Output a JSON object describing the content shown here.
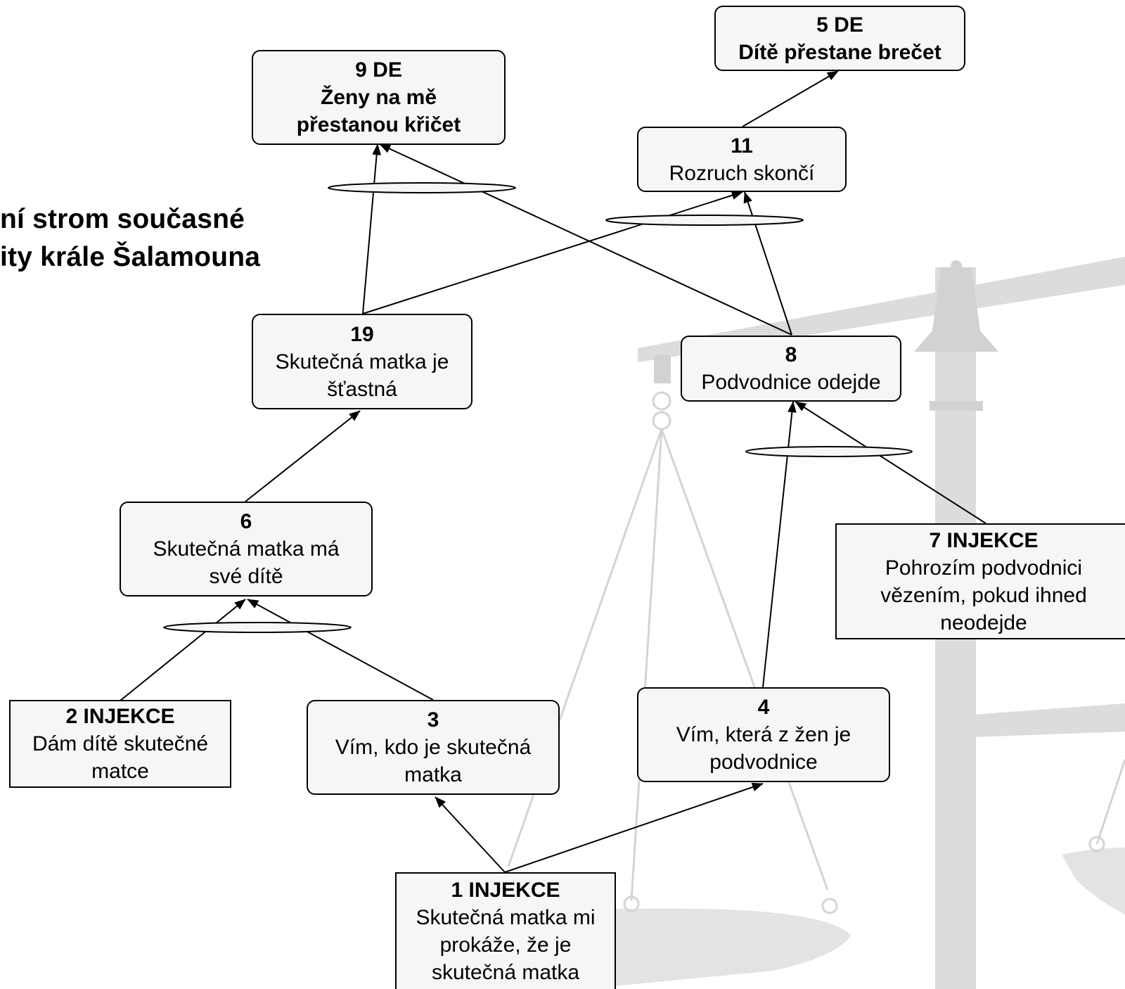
{
  "title": {
    "line1": "ní strom současné",
    "line2": "ity krále Šalamouna"
  },
  "nodes": {
    "n1": {
      "id": "1 INJEKCE",
      "text": "Skutečná matka mi prokáže, že je skutečná matka"
    },
    "n2": {
      "id": "2 INJEKCE",
      "text": "Dám dítě skutečné matce"
    },
    "n3": {
      "id": "3",
      "text": "Vím, kdo je skutečná matka"
    },
    "n4": {
      "id": "4",
      "text": "Vím, která z žen je podvodnice"
    },
    "n5": {
      "id": "5 DE",
      "text": "Dítě přestane brečet"
    },
    "n6": {
      "id": "6",
      "text": "Skutečná matka má své dítě"
    },
    "n7": {
      "id": "7 INJEKCE",
      "text": "Pohrozím podvodnici vězením, pokud ihned neodejde"
    },
    "n8": {
      "id": "8",
      "text": "Podvodnice odejde"
    },
    "n9": {
      "id": "9 DE",
      "text": "Ženy na mě přestanou křičet"
    },
    "n11": {
      "id": "11",
      "text": "Rozruch skončí"
    },
    "n19": {
      "id": "19",
      "text": "Skutečná matka je šťastná"
    }
  },
  "edges": [
    {
      "from": "1 INJEKCE",
      "to": "3"
    },
    {
      "from": "1 INJEKCE",
      "to": "4"
    },
    {
      "from": "2 INJEKCE",
      "to": "6",
      "and_group": "A"
    },
    {
      "from": "3",
      "to": "6",
      "and_group": "A"
    },
    {
      "from": "6",
      "to": "19"
    },
    {
      "from": "4",
      "to": "8",
      "and_group": "B"
    },
    {
      "from": "7 INJEKCE",
      "to": "8",
      "and_group": "B"
    },
    {
      "from": "19",
      "to": "9 DE",
      "and_group": "C"
    },
    {
      "from": "8",
      "to": "9 DE",
      "and_group": "C"
    },
    {
      "from": "19",
      "to": "11",
      "and_group": "D"
    },
    {
      "from": "8",
      "to": "11",
      "and_group": "D"
    },
    {
      "from": "11",
      "to": "5 DE"
    }
  ],
  "colors": {
    "node_fill": "#f6f6f6",
    "outline": "#000000",
    "background_scale": "#d9d9d9"
  },
  "background": {
    "icon": "scales-of-justice-icon"
  }
}
